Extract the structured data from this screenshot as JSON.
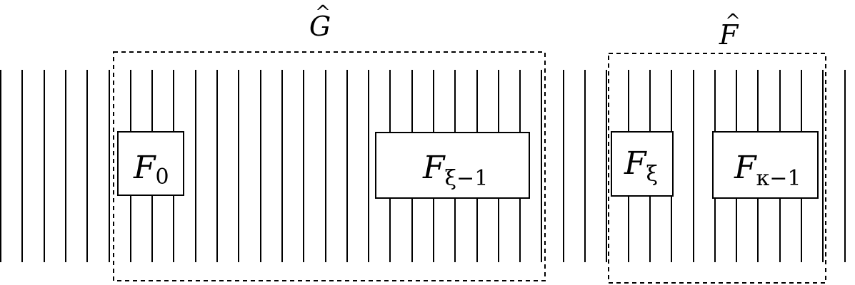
{
  "groups": [
    {
      "id": "G",
      "label_base": "G",
      "label_hat": "^"
    },
    {
      "id": "F",
      "label_base": "F",
      "label_hat": "^"
    }
  ],
  "boxes": [
    {
      "id": "F0",
      "base": "F",
      "sub": "0"
    },
    {
      "id": "Fxi-1",
      "base": "F",
      "sub": "ξ−1"
    },
    {
      "id": "Fxi",
      "base": "F",
      "sub": "ξ"
    },
    {
      "id": "Fk-1",
      "base": "F",
      "sub": "κ−1"
    }
  ]
}
